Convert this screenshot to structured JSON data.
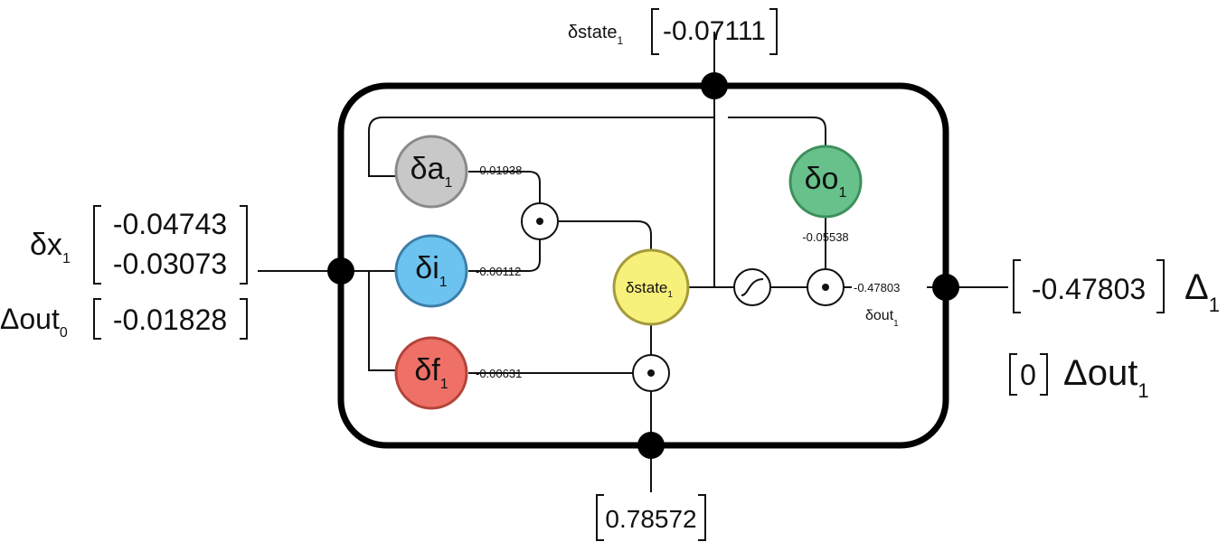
{
  "top": {
    "label": "δstate",
    "label_sub": "1",
    "value": "-0.07111"
  },
  "bottom": {
    "value": "0.78572"
  },
  "left": {
    "x_label": "δx",
    "x_label_sub": "1",
    "x_values": [
      "-0.04743",
      "-0.03073"
    ],
    "out_label": "Δout",
    "out_label_sub": "0",
    "out_value": "-0.01828"
  },
  "right": {
    "value": "-0.47803",
    "delta_label": "Δ",
    "delta_label_sub": "1",
    "zero_value": "0",
    "out_label": "Δout",
    "out_label_sub": "1"
  },
  "gates": {
    "a": {
      "label": "δa",
      "sub": "1",
      "color": "#c8c8c8",
      "border": "#8a8a8a"
    },
    "i": {
      "label": "δi",
      "sub": "1",
      "color": "#6cc3ef",
      "border": "#3d7fa8"
    },
    "f": {
      "label": "δf",
      "sub": "1",
      "color": "#ef7066",
      "border": "#b3443b"
    },
    "o": {
      "label": "δo",
      "sub": "1",
      "color": "#68c08a",
      "border": "#3d8f5a"
    },
    "state": {
      "label": "δstate",
      "sub": "1",
      "color": "#f7f07a",
      "border": "#a59a3c"
    }
  },
  "values": {
    "a_val": "-0.01938",
    "i_val": "-0.00112",
    "f_val": "-0.00631",
    "o_val": "-0.05538",
    "out_val": "-0.47803"
  },
  "inner": {
    "out_label": "δout",
    "out_sub": "1"
  }
}
